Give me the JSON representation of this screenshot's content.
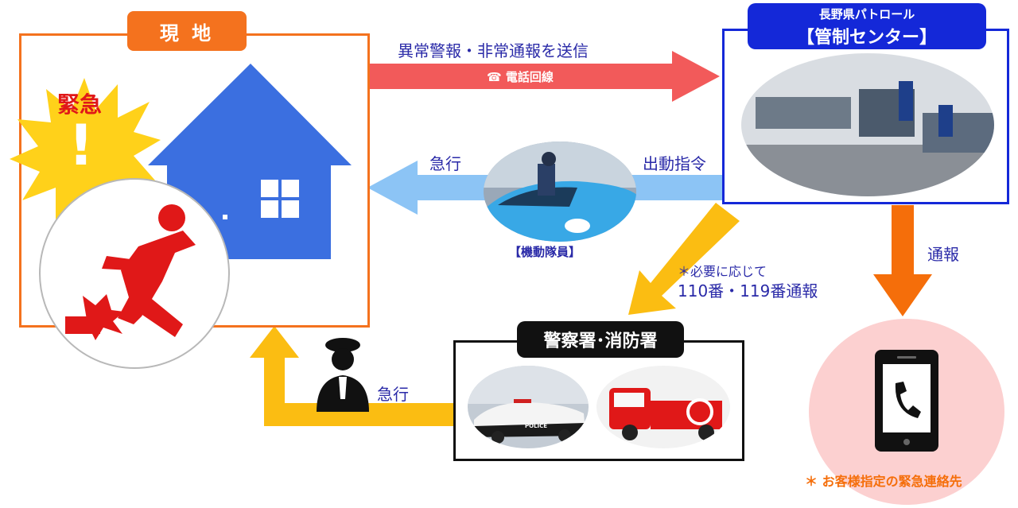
{
  "scene": {
    "title": "現 地",
    "emergency": "緊急",
    "exclamation": "!"
  },
  "center": {
    "subtitle": "長野県パトロール",
    "title": "【管制センター】"
  },
  "flows": {
    "alarm_send": "異常警報・非常通報を送信",
    "phone_line": "電話回線",
    "phone_glyph": "☎",
    "dispatch_order": "出動指令",
    "rush_top": "急行",
    "mobile_staff": "【機動隊員】",
    "notify": "通報",
    "as_needed": "＊必要に応じて",
    "call_numbers": "110番・119番通報",
    "rush_bottom": "急行"
  },
  "station": {
    "title": "警察署･消防署",
    "police_text": "POLICE"
  },
  "contact": {
    "label": "＊ お客様指定の緊急連絡先"
  },
  "colors": {
    "scene_orange": "#f4721e",
    "center_blue": "#1428d8",
    "red_arrow": "#f25a5a",
    "light_blue_arrow": "#8cc4f5",
    "yellow_arrow": "#fbbd12",
    "orange_arrow": "#f56e0a",
    "house_blue": "#3b6fe0",
    "contact_pink": "#fcd0d0",
    "label_blue": "#2a2aa8"
  }
}
